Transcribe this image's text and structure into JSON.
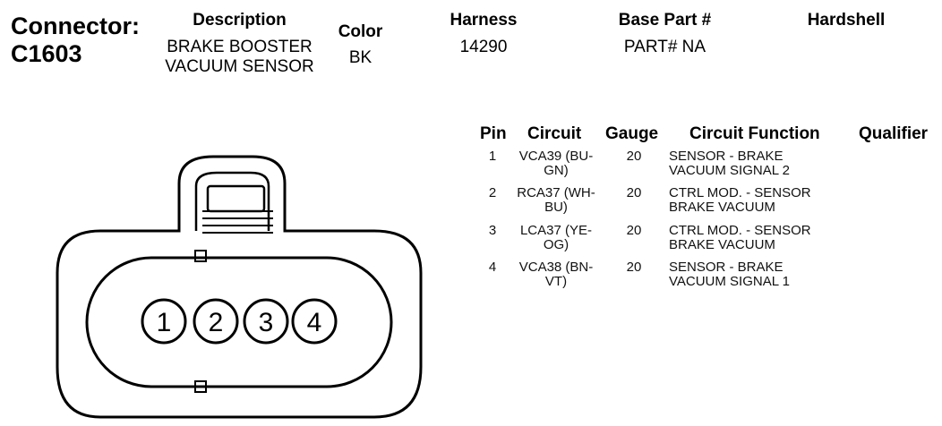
{
  "connector": {
    "label_line1": "Connector:",
    "label_line2": "C1603"
  },
  "header": {
    "description_label": "Description",
    "description_line1": "BRAKE BOOSTER",
    "description_line2": "VACUUM SENSOR",
    "color_label": "Color",
    "color_value": "BK",
    "harness_label": "Harness",
    "harness_value": "14290",
    "base_part_label": "Base Part #",
    "base_part_value": "PART# NA",
    "hardshell_label": "Hardshell"
  },
  "table": {
    "columns": {
      "pin": "Pin",
      "circuit": "Circuit",
      "gauge": "Gauge",
      "function": "Circuit Function",
      "qualifier": "Qualifier"
    },
    "rows": [
      {
        "pin": "1",
        "circuit_line1": "VCA39 (BU-",
        "circuit_line2": "GN)",
        "gauge": "20",
        "function_line1": "SENSOR - BRAKE",
        "function_line2": "VACUUM SIGNAL 2"
      },
      {
        "pin": "2",
        "circuit_line1": "RCA37 (WH-",
        "circuit_line2": "BU)",
        "gauge": "20",
        "function_line1": "CTRL MOD. - SENSOR",
        "function_line2": "BRAKE VACUUM"
      },
      {
        "pin": "3",
        "circuit_line1": "LCA37 (YE-",
        "circuit_line2": "OG)",
        "gauge": "20",
        "function_line1": "CTRL MOD. - SENSOR",
        "function_line2": "BRAKE VACUUM"
      },
      {
        "pin": "4",
        "circuit_line1": "VCA38 (BN-",
        "circuit_line2": "VT)",
        "gauge": "20",
        "function_line1": "SENSOR - BRAKE",
        "function_line2": "VACUUM SIGNAL 1"
      }
    ]
  },
  "diagram": {
    "pin_labels": [
      "1",
      "2",
      "3",
      "4"
    ]
  }
}
